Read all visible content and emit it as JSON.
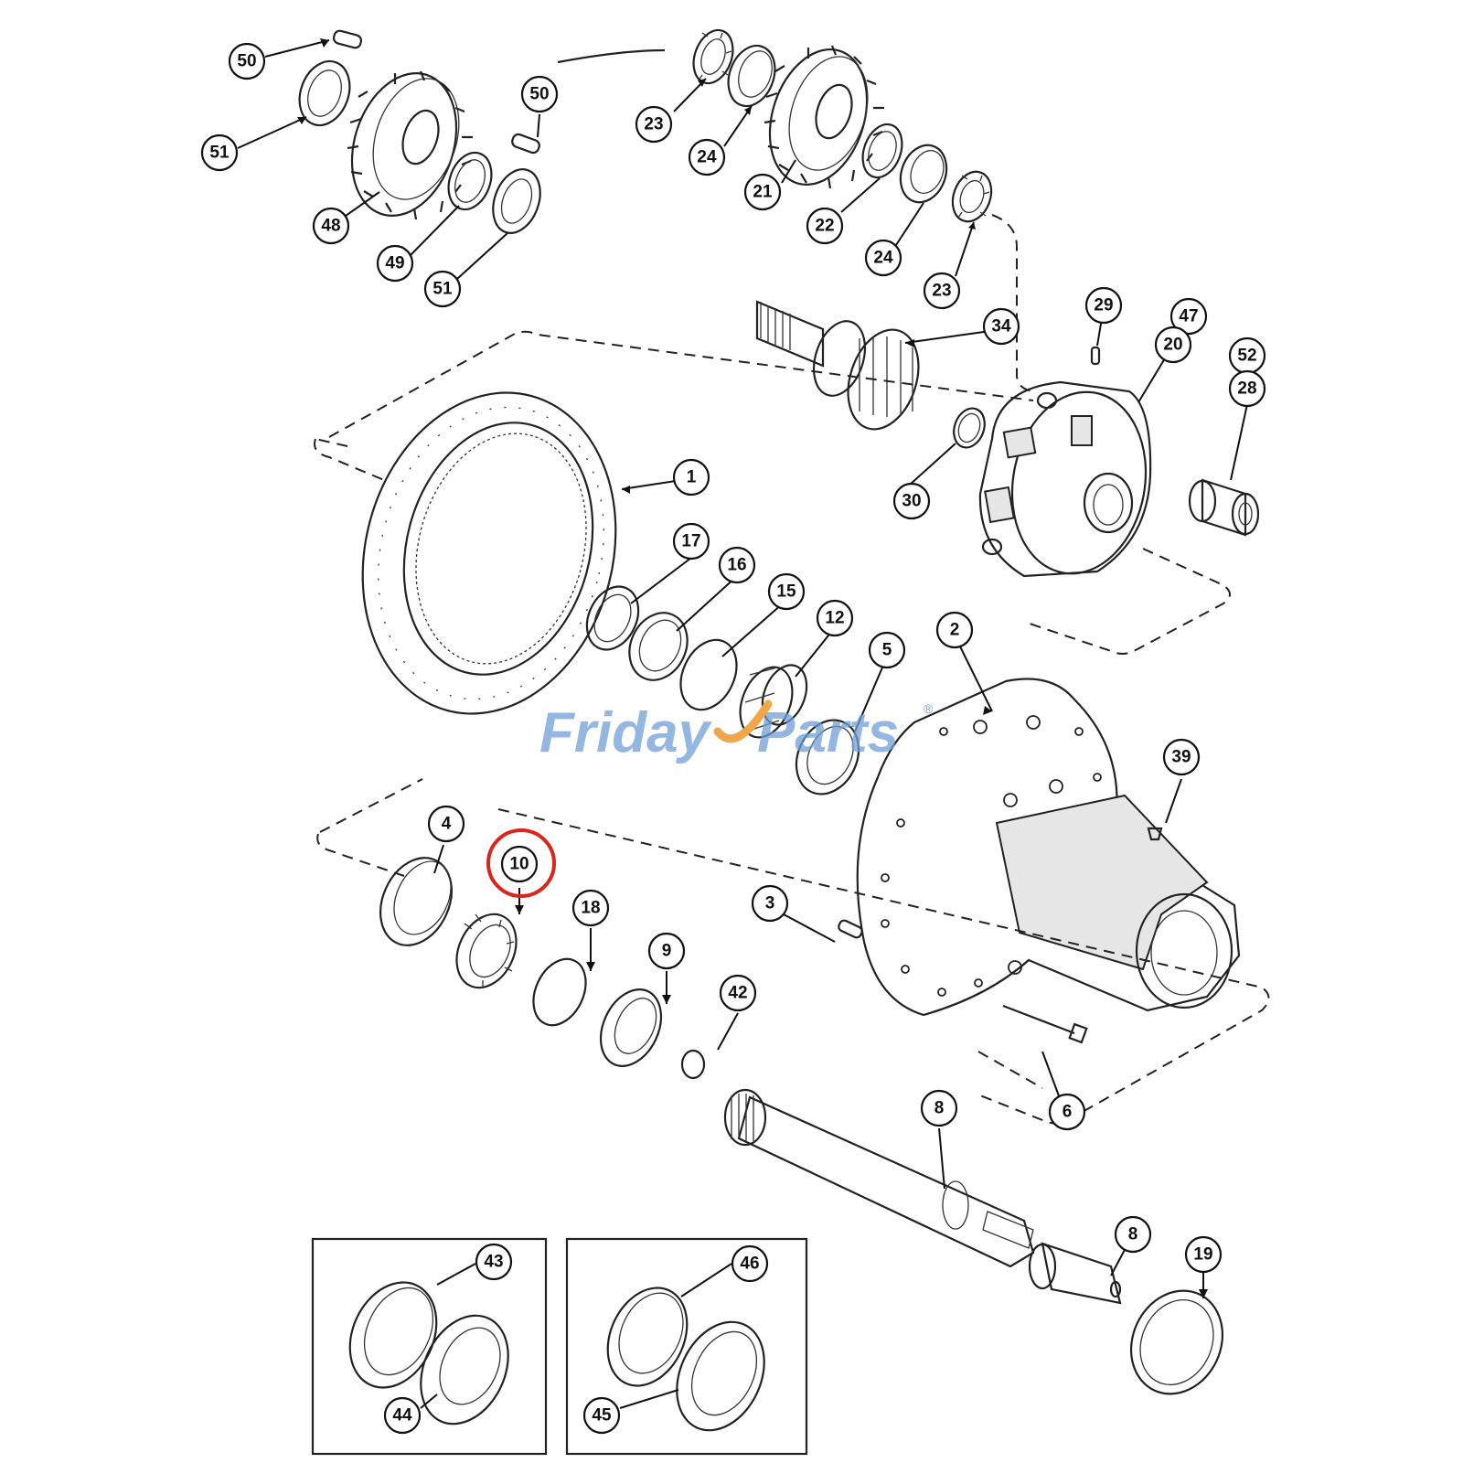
{
  "watermark": {
    "part1": "Friday",
    "part2": "Parts",
    "mark": "®"
  },
  "highlight_color": "#d9261c",
  "callouts": {
    "c50a": "50",
    "c51a": "51",
    "c48": "48",
    "c50b": "50",
    "c49": "49",
    "c51b": "51",
    "c23a": "23",
    "c24a": "24",
    "c21": "21",
    "c22": "22",
    "c24b": "24",
    "c23b": "23",
    "c34": "34",
    "c29": "29",
    "c47": "47",
    "c20": "20",
    "c52": "52",
    "c28": "28",
    "c30": "30",
    "c1": "1",
    "c17": "17",
    "c16": "16",
    "c15": "15",
    "c12": "12",
    "c5": "5",
    "c2": "2",
    "c39": "39",
    "c4": "4",
    "c10": "10",
    "c18": "18",
    "c9": "9",
    "c42": "42",
    "c3": "3",
    "c6": "6",
    "c8a": "8",
    "c8b": "8",
    "c19": "19",
    "c43": "43",
    "c44": "44",
    "c46": "46",
    "c45": "45"
  }
}
